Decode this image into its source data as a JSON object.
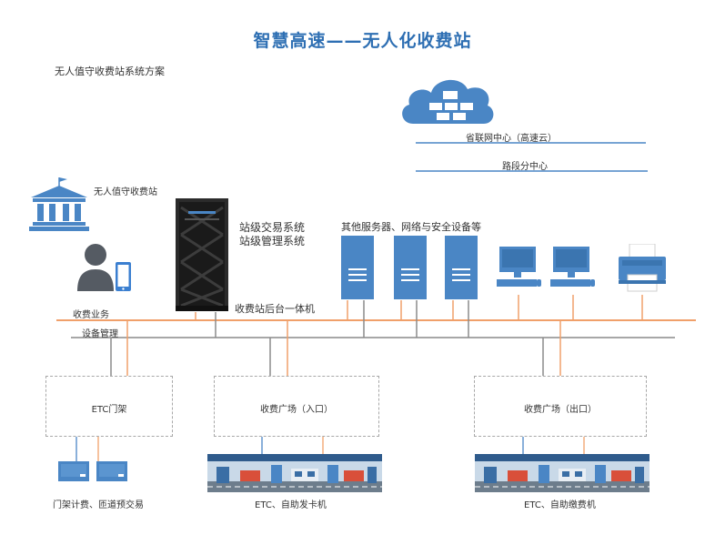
{
  "title": "智慧高速——无人化收费站",
  "subtitle": "无人值守收费站系统方案",
  "cloud": {
    "icon": "cloud-server-icon",
    "line1_label": "省联网中心（高速云）",
    "line2_label": "路段分中心"
  },
  "station": {
    "icon": "bank-building-icon",
    "label": "无人值守收费站"
  },
  "user_icon": "user-phone-icon",
  "rack": {
    "icon": "server-rack-icon",
    "system_lines": [
      "站级交易系统",
      "站级管理系统"
    ],
    "label": "收费站后台一体机"
  },
  "equipment": {
    "label": "其他服务器、网络与安全设备等",
    "servers": [
      "server-tower-icon",
      "server-tower-icon",
      "server-tower-icon"
    ],
    "computers": [
      "desktop-computer-icon",
      "desktop-computer-icon"
    ],
    "printer": "printer-icon"
  },
  "bus": {
    "business_label": "收费业务",
    "management_label": "设备管理",
    "business_color": "#f0a06a",
    "management_color": "#8a8a8a"
  },
  "zones": [
    {
      "label": "ETC门架",
      "caption": "门架计费、匝道预交易"
    },
    {
      "label": "收费广场（入口）",
      "caption": "ETC、自助发卡机"
    },
    {
      "label": "收费广场（出口）",
      "caption": "ETC、自助缴费机"
    }
  ],
  "colors": {
    "title": "#2e6fb3",
    "icon_blue": "#4a86c5",
    "line_blue": "#4a86c5"
  }
}
